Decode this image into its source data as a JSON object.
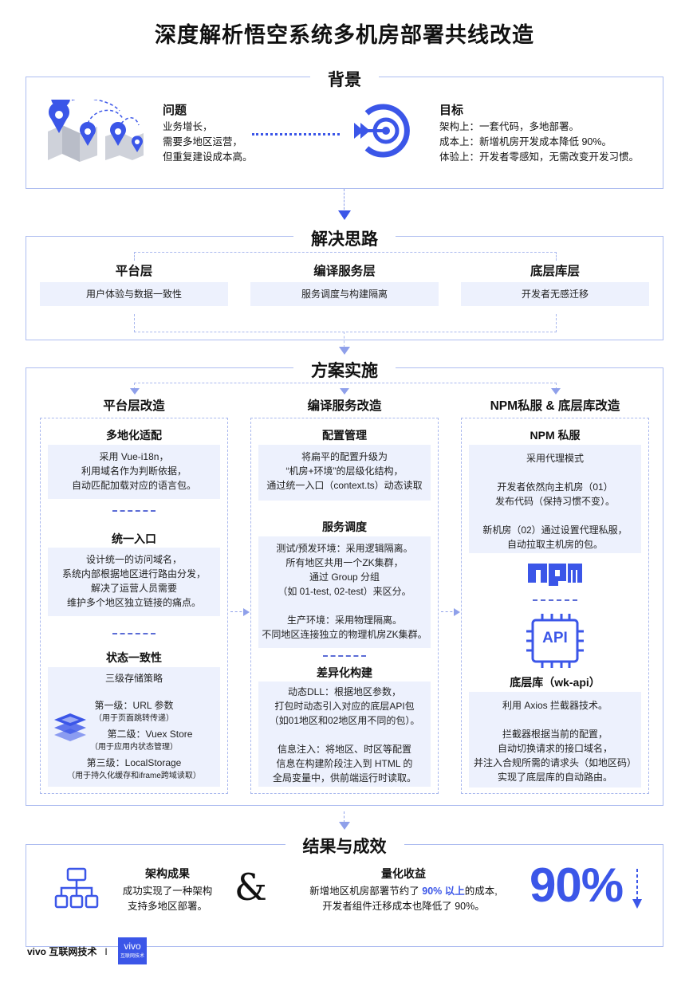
{
  "title": "深度解析悟空系统多机房部署共线改造",
  "background": {
    "title": "背景",
    "problem": {
      "heading": "问题",
      "lines": [
        "业务增长，",
        "需要多地区运营，",
        "但重复建设成本高。"
      ],
      "icon": "map-pins-icon"
    },
    "goal": {
      "heading": "目标",
      "lines": [
        "架构上：一套代码，多地部署。",
        "成本上：新增机房开发成本降低 90%。",
        "体验上：开发者零感知，无需改变开发习惯。"
      ],
      "icon": "target-icon"
    }
  },
  "approach": {
    "title": "解决思路",
    "layers": [
      {
        "name": "平台层",
        "desc": "用户体验与数据一致性"
      },
      {
        "name": "编译服务层",
        "desc": "服务调度与构建隔离"
      },
      {
        "name": "底层库层",
        "desc": "开发者无感迁移"
      }
    ]
  },
  "implementation": {
    "title": "方案实施",
    "platform": {
      "title": "平台层改造",
      "multi_region": {
        "heading": "多地化适配",
        "lines": [
          "采用 Vue-i18n，",
          "利用域名作为判断依据，",
          "自动匹配加载对应的语言包。"
        ]
      },
      "entry": {
        "heading": "统一入口",
        "lines": [
          "设计统一的访问域名，",
          "系统内部根据地区进行路由分发，",
          "解决了运营人员需要",
          "维护多个地区独立链接的痛点。"
        ]
      },
      "state": {
        "heading": "状态一致性",
        "intro": "三级存储策略",
        "levels": [
          {
            "label": "第一级：URL 参数",
            "note": "（用于页面跳转传递）"
          },
          {
            "label": "第二级：Vuex Store",
            "note": "（用于应用内状态管理）"
          },
          {
            "label": "第三级：LocalStorage",
            "note": "（用于持久化缓存和iframe跨域读取）"
          }
        ],
        "icon": "layers-icon"
      }
    },
    "compile": {
      "title": "编译服务改造",
      "config": {
        "heading": "配置管理",
        "lines": [
          "将扁平的配置升级为",
          "“机房+环境”的层级化结构，",
          "通过统一入口（context.ts）动态读取"
        ]
      },
      "dispatch": {
        "heading": "服务调度",
        "lines": [
          "测试/预发环境：采用逻辑隔离。",
          "所有地区共用一个ZK集群，",
          "通过 Group 分组",
          "（如 01-test, 02-test）来区分。",
          "",
          "生产环境：采用物理隔离。",
          "不同地区连接独立的物理机房ZK集群。"
        ]
      },
      "diff": {
        "heading": "差异化构建",
        "lines": [
          "动态DLL：根据地区参数，",
          "打包时动态引入对应的底层API包",
          "（如01地区和02地区用不同的包）。",
          "",
          "信息注入：将地区、时区等配置",
          "信息在构建阶段注入到 HTML 的",
          "全局变量中，供前端运行时读取。"
        ]
      }
    },
    "npm": {
      "title": "NPM私服 & 底层库改造",
      "private": {
        "heading": "NPM 私服",
        "lines": [
          "采用代理模式",
          "",
          "开发者依然向主机房（01）",
          "发布代码（保持习惯不变）。",
          "",
          "新机房（02）通过设置代理私服，",
          "自动拉取主机房的包。"
        ]
      },
      "npm_logo": "npm",
      "api_chip": "API",
      "lib": {
        "heading": "底层库（wk-api）",
        "lines": [
          "利用 Axios 拦截器技术。",
          "",
          "拦截器根据当前的配置，",
          "自动切换请求的接口域名，",
          "并注入合规所需的请求头（如地区码）",
          "实现了底层库的自动路由。"
        ]
      }
    }
  },
  "results": {
    "title": "结果与成效",
    "arch": {
      "heading": "架构成果",
      "lines": [
        "成功实现了一种架构",
        "支持多地区部署。"
      ],
      "icon": "hierarchy-icon"
    },
    "amp": "&",
    "gain": {
      "heading": "量化收益",
      "line1_pre": "新增地区机房部署节约了 ",
      "line1_hl": "90% 以上",
      "line1_post": "的成本,",
      "line2": "开发者组件迁移成本也降低了 90%。"
    },
    "big_number": "90%",
    "colors": {
      "accent": "#3b56e8",
      "light": "#edf1fd",
      "border": "#aebdf0"
    }
  },
  "footer": {
    "brand": "vivo 互联网技术",
    "divider": "I",
    "logo_top": "vivo",
    "logo_bottom": "互联网技术"
  }
}
